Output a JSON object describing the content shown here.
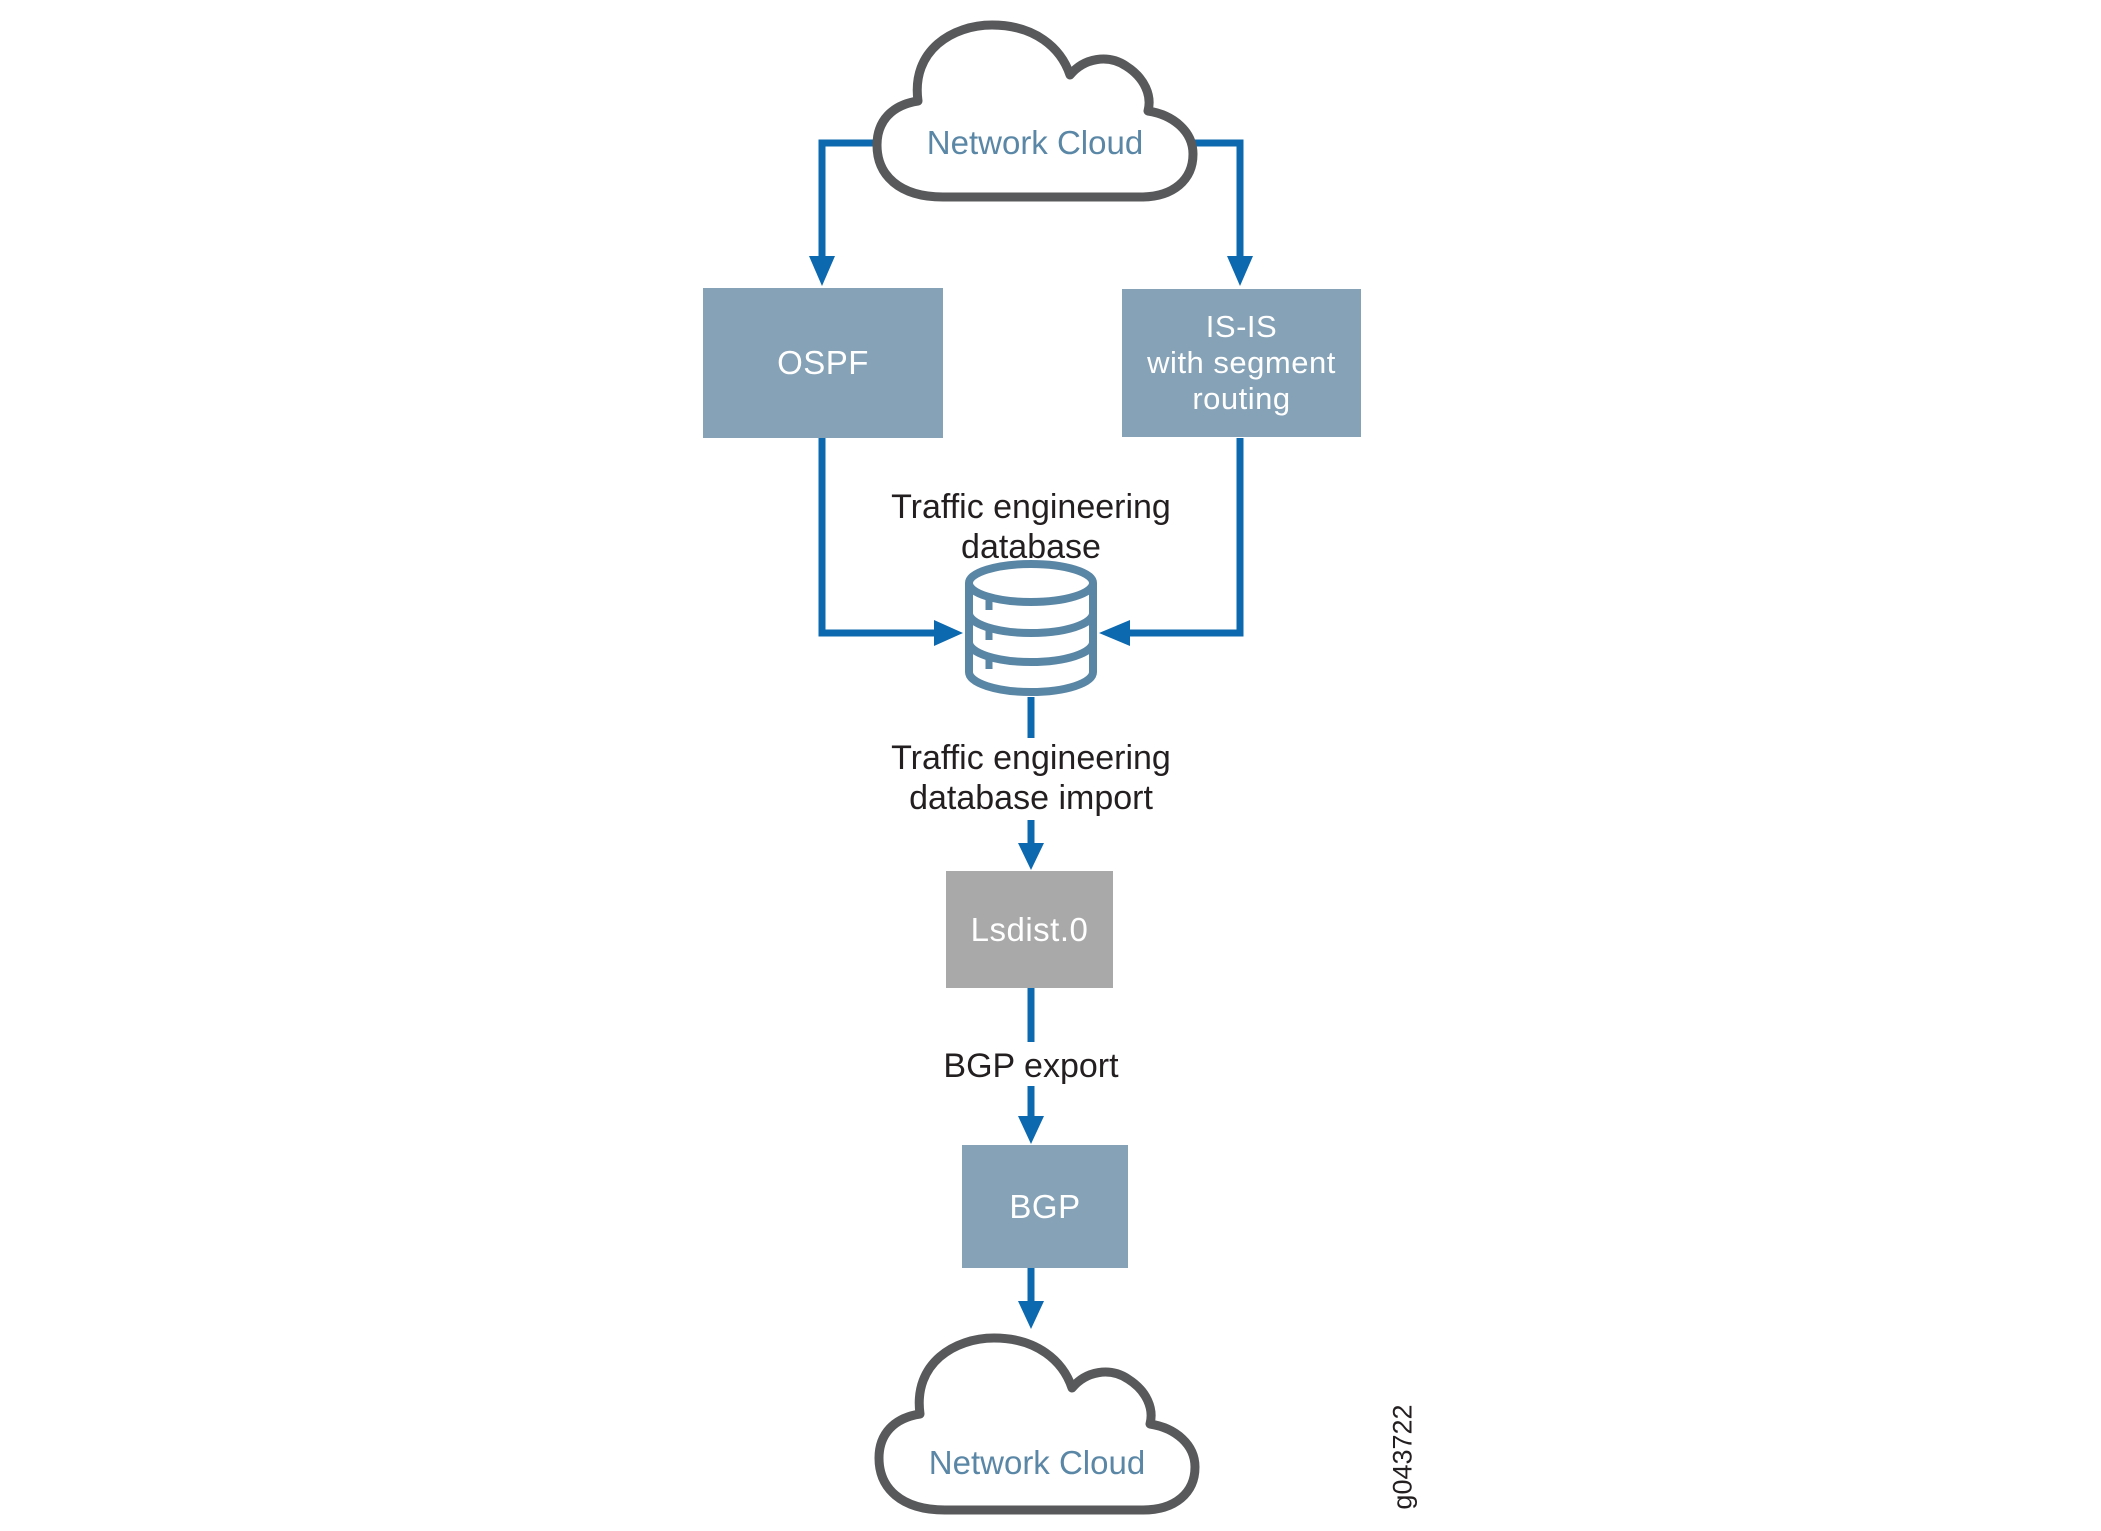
{
  "clouds": {
    "top": {
      "label": "Network Cloud"
    },
    "bottom": {
      "label": "Network Cloud"
    }
  },
  "nodes": {
    "ospf": {
      "label": "OSPF"
    },
    "isis": {
      "line1": "IS-IS",
      "line2": "with segment",
      "line3": "routing"
    },
    "lsdist": {
      "label": "Lsdist.0"
    },
    "bgp": {
      "label": "BGP"
    }
  },
  "annotations": {
    "ted": {
      "line1": "Traffic engineering",
      "line2": "database"
    },
    "ted_import": {
      "line1": "Traffic engineering",
      "line2": "database import"
    },
    "bgp_export": "BGP export",
    "figure_id": "g043722"
  },
  "colors": {
    "node_fill": "#85A2B7",
    "lsdist_fill": "#A9A9A9",
    "arrow_blue": "#0C69AF",
    "cloud_stroke": "#58595B",
    "cloud_label_text": "#5B87A6",
    "database_stroke": "#5A86A5",
    "dark_text": "#231F20"
  }
}
